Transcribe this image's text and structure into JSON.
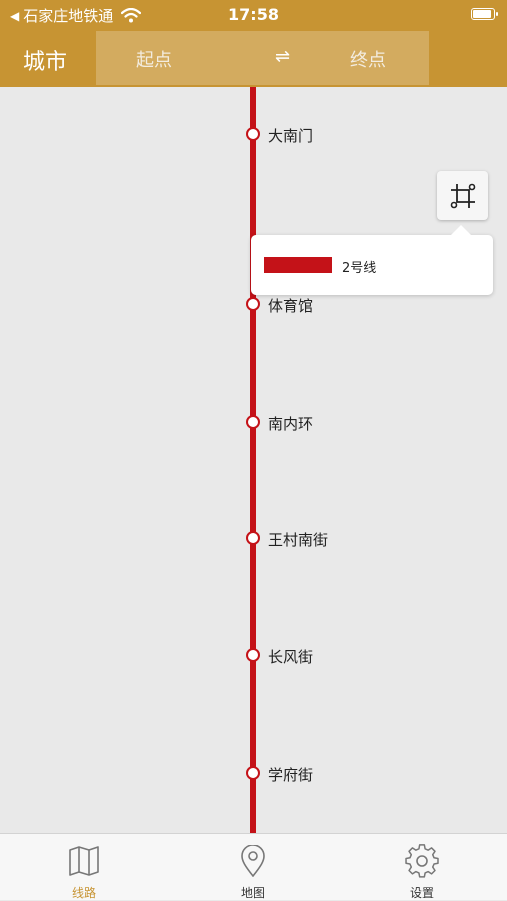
{
  "status_bar": {
    "back_app": "石家庄地铁通",
    "time": "17:58"
  },
  "header": {
    "city_label": "城市",
    "start_label": "起点",
    "swap_symbol": "⇌",
    "end_label": "终点"
  },
  "line": {
    "name": "2号线",
    "color": "#c41218"
  },
  "stations": [
    {
      "name": "大南门"
    },
    {
      "name": "体育馆"
    },
    {
      "name": "南内环"
    },
    {
      "name": "王村南街"
    },
    {
      "name": "长风街"
    },
    {
      "name": "学府街"
    }
  ],
  "tabs": [
    {
      "label": "线路",
      "icon": "map-icon",
      "active": true
    },
    {
      "label": "地图",
      "icon": "location-pin-icon",
      "active": false
    },
    {
      "label": "设置",
      "icon": "gear-icon",
      "active": false
    }
  ],
  "colors": {
    "brand": "#c79433",
    "line_red": "#c41218"
  }
}
